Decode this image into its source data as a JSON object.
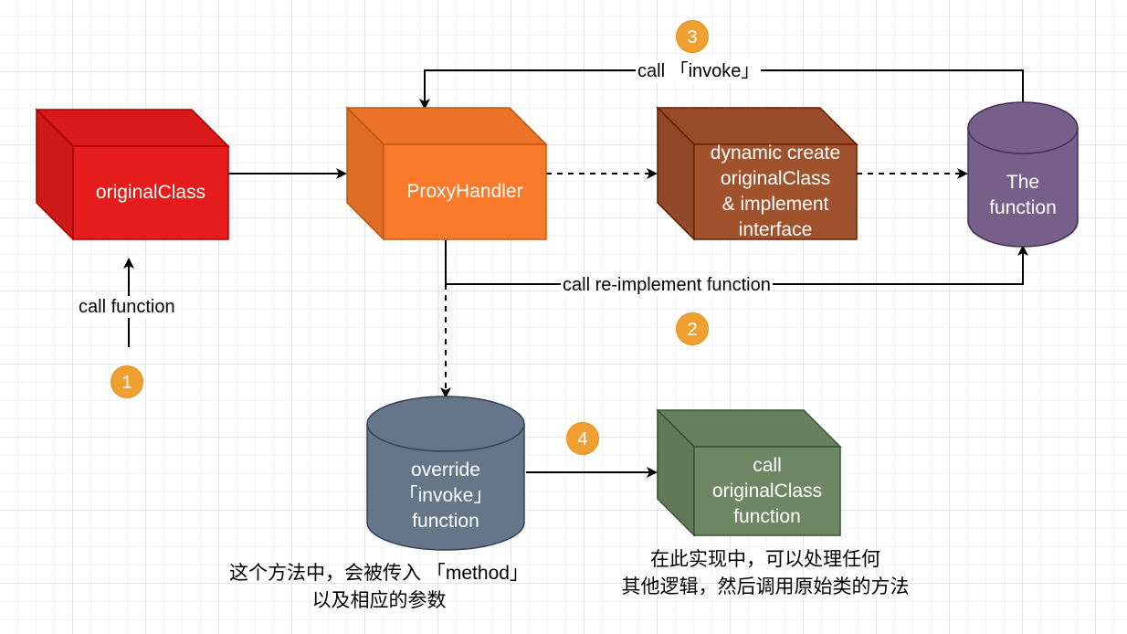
{
  "nodes": {
    "original_class": {
      "label": "originalClass",
      "color": "#e51c1c"
    },
    "proxy_handler": {
      "label": "ProxyHandler",
      "color": "#f97a2a"
    },
    "dynamic_create": {
      "label": "dynamic create\noriginalClass\n& implement\ninterface",
      "color": "#a0522d"
    },
    "the_function": {
      "label": "The\nfunction",
      "color": "#76608a"
    },
    "override_invoke": {
      "label": "override\n「invoke」\nfunction",
      "color": "#647687"
    },
    "call_original": {
      "label": "call\noriginalClass\nfunction",
      "color": "#6d8764"
    }
  },
  "edges": {
    "call_function": "call function",
    "call_invoke": "call 「invoke」",
    "call_reimplement": "call re-implement function"
  },
  "badges": [
    "1",
    "2",
    "3",
    "4"
  ],
  "notes": {
    "override_note": "这个方法中，会被传入 「method」\n以及相应的参数",
    "call_note": "在此实现中，可以处理任何\n其他逻辑，然后调用原始类的方法"
  }
}
